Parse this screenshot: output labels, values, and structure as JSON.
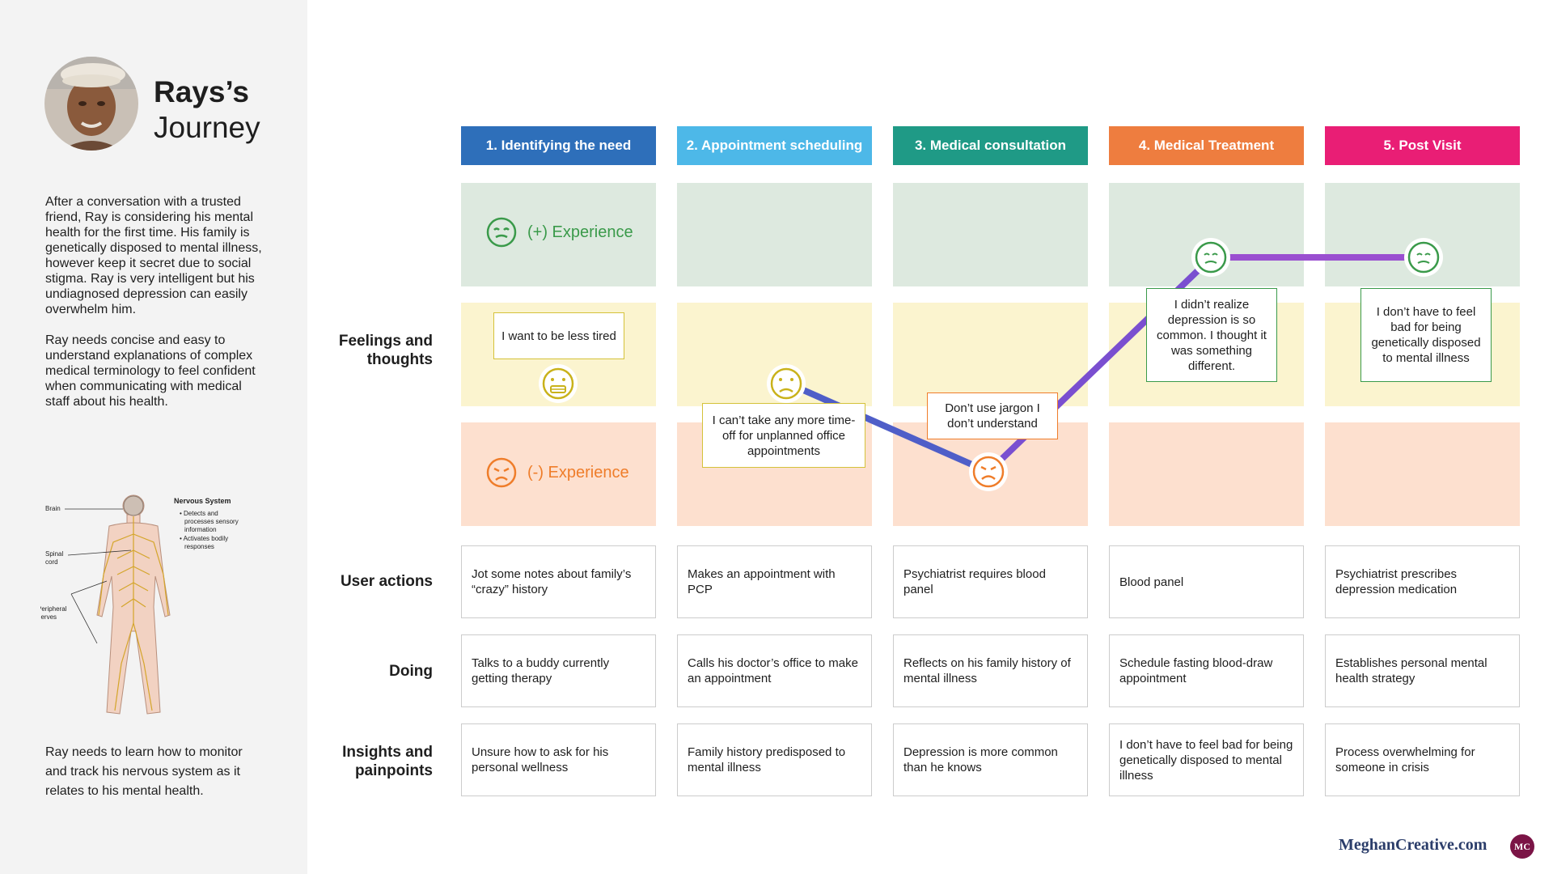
{
  "persona": {
    "name_line1": "Rays’s",
    "name_line2": "Journey",
    "intro_p1": "After a conversation with a trusted friend, Ray is considering his mental health for the first time. His family is genetically disposed to mental illness, however keep it secret due to social stigma. Ray is very intelligent but his undiagnosed depression can easily overwhelm him.",
    "intro_p2": "Ray needs concise and easy to understand explanations of complex medical terminology to feel confident when communicating with medical staff about his health.",
    "monitor_text": "Ray needs to learn how to monitor and track his nervous system as it relates to his mental health."
  },
  "anatomy": {
    "heading": "Nervous System",
    "bullet1_line1": "• Detects and",
    "bullet1_line2": "processes sensory",
    "bullet1_line3": "information",
    "bullet2_line1": "• Activates bodily",
    "bullet2_line2": "responses",
    "label_brain": "Brain",
    "label_spinal1": "Spinal",
    "label_spinal2": "cord",
    "label_peripheral1": "Peripheral",
    "label_peripheral2": "nerves"
  },
  "stages": [
    {
      "label": "1. Identifying the need",
      "color": "#2e6fba"
    },
    {
      "label": "2. Appointment scheduling",
      "color": "#4db8e8"
    },
    {
      "label": "3. Medical consultation",
      "color": "#1f9a86"
    },
    {
      "label": "4. Medical Treatment",
      "color": "#ee7d3f"
    },
    {
      "label": "5. Post Visit",
      "color": "#e91e75"
    }
  ],
  "legend": {
    "positive": "(+) Experience",
    "negative": "(-) Experience",
    "positive_color": "#3a9a4a",
    "negative_color": "#ef7d2a"
  },
  "row_labels": {
    "feelings_1": "Feelings and",
    "feelings_2": "thoughts",
    "actions": "User actions",
    "doing": "Doing",
    "insights_1": "Insights and",
    "insights_2": "painpoints"
  },
  "emotion_path": [
    {
      "stage": 1,
      "level": "neutral",
      "face": "grimace"
    },
    {
      "stage": 2,
      "level": "neutral",
      "face": "frown"
    },
    {
      "stage": 3,
      "level": "negative",
      "face": "sad"
    },
    {
      "stage": 4,
      "level": "positive",
      "face": "relieved"
    },
    {
      "stage": 5,
      "level": "positive",
      "face": "relieved"
    }
  ],
  "notes": [
    "I want to be less tired",
    "I can’t take any more time-off for unplanned office appointments",
    "Don’t use jargon I don’t understand",
    "I didn’t realize depression is so common. I thought it was something different.",
    "I don’t have to feel bad for being genetically disposed to mental illness"
  ],
  "user_actions": [
    "Jot some notes about family’s “crazy” history",
    "Makes an appointment with PCP",
    "Psychiatrist requires blood panel",
    "Blood panel",
    "Psychiatrist prescribes depression medication"
  ],
  "doing": [
    "Talks to a buddy currently getting therapy",
    "Calls his doctor’s office to make an appointment",
    "Reflects on his family history of mental illness",
    "Schedule fasting blood-draw appointment",
    "Establishes personal mental health strategy"
  ],
  "insights": [
    "Unsure how to ask for his personal wellness",
    "Family history predisposed to mental illness",
    "Depression is more common than he knows",
    "I don’t have to feel bad for being genetically disposed to mental illness",
    "Process overwhelming for someone in crisis"
  ],
  "brand": {
    "name": "MeghanCreative.com",
    "mark": "MC"
  }
}
